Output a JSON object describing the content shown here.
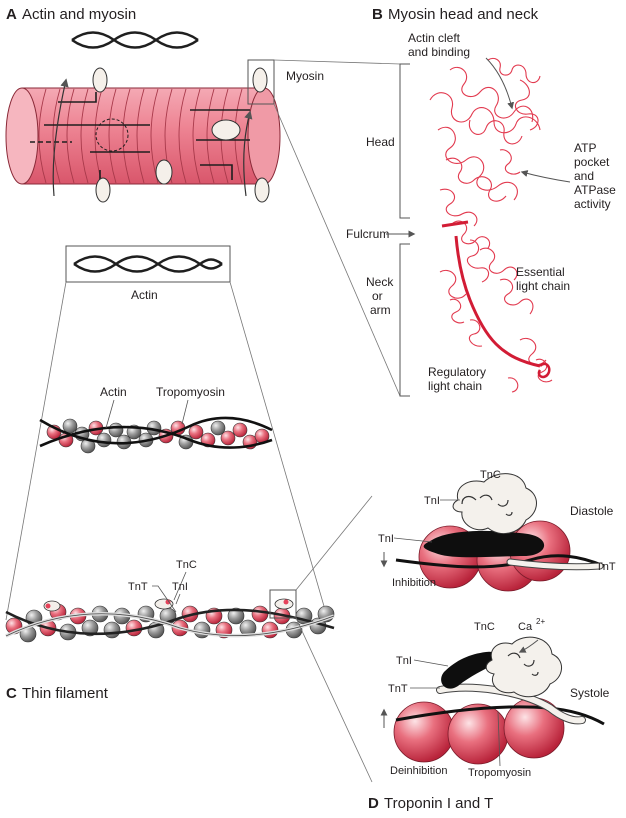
{
  "panels": {
    "a": {
      "letter": "A",
      "title": "Actin and myosin",
      "labels": {
        "myosin": "Myosin"
      }
    },
    "b": {
      "letter": "B",
      "title": "Myosin head and neck",
      "labels": {
        "actin_cleft": [
          "Actin cleft",
          "and binding"
        ],
        "atp_pocket": [
          "ATP",
          "pocket",
          "and",
          "ATPase",
          "activity"
        ],
        "head": "Head",
        "fulcrum": "Fulcrum",
        "neck": [
          "Neck",
          "or",
          "arm"
        ],
        "essential": [
          "Essential",
          "light chain"
        ],
        "regulatory": [
          "Regulatory",
          "light chain"
        ]
      }
    },
    "c": {
      "letter": "C",
      "title": "Thin filament",
      "labels": {
        "actin_box": "Actin",
        "actin": "Actin",
        "tropomyosin": "Tropomyosin",
        "tnc": "TnC",
        "tnt": "TnT",
        "tni": "TnI"
      }
    },
    "d": {
      "letter": "D",
      "title": "Troponin I and T",
      "diastole": {
        "tnc": "TnC",
        "tni_top": "TnI",
        "tni_left": "TnI",
        "tnt": "TnT",
        "state": "Diastole",
        "effect": "Inhibition"
      },
      "systole": {
        "tnc": "TnC",
        "ca": "Ca",
        "ca_sup": "2+",
        "tni": "TnI",
        "tnt": "TnT",
        "state": "Systole",
        "effect": "Deinhibition",
        "tropomyosin": "Tropomyosin"
      }
    }
  },
  "colors": {
    "red": "#e5435a",
    "pink": "#f3a3ae",
    "light_pink": "#f6c6cd",
    "gray_bead": "#8c8c8c",
    "dark": "#1a1a1a",
    "line": "#555555"
  }
}
